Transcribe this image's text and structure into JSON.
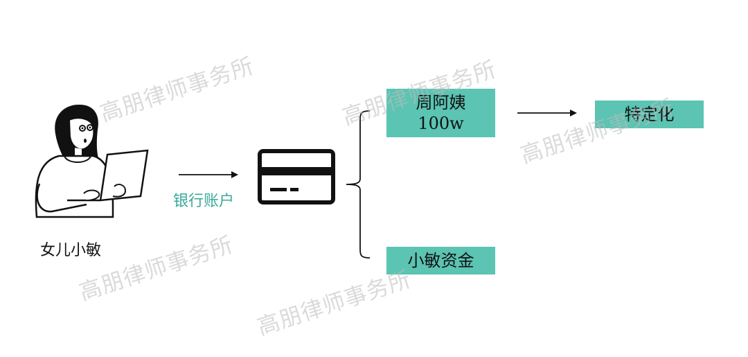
{
  "person": {
    "label": "女儿小敏"
  },
  "arrow_label": "银行账户",
  "boxes": {
    "top": {
      "line1": "周阿姨",
      "line2": "100w"
    },
    "result": "特定化",
    "bottom": "小敏资金"
  },
  "watermark": "高朋律师事务所",
  "colors": {
    "teal_box": "#5bc4b3",
    "teal_text": "#3aa99a"
  }
}
